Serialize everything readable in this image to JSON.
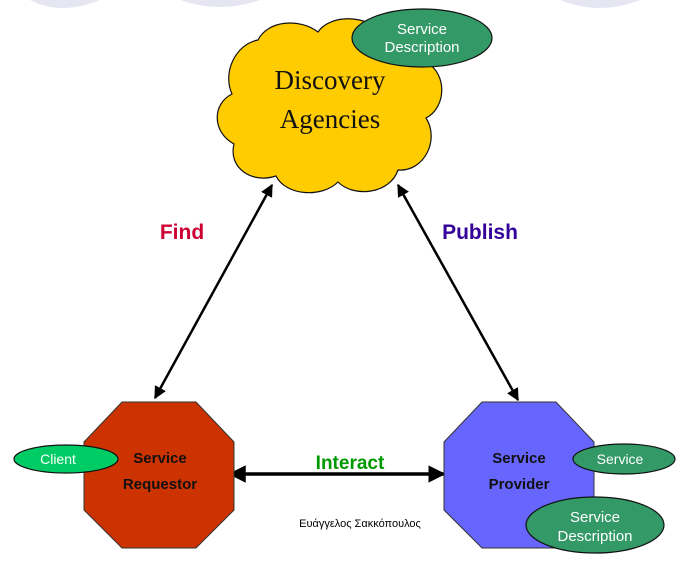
{
  "agency": {
    "line1": "Discovery",
    "line2": "Agencies",
    "fill": "#ffcc00"
  },
  "agency_description": {
    "line1": "Service",
    "line2": "Description",
    "fill": "#339966"
  },
  "requestor": {
    "line1": "Service",
    "line2": "Requestor",
    "fill": "#cc3300"
  },
  "client": {
    "label": "Client",
    "fill": "#00cc66"
  },
  "provider": {
    "line1": "Service",
    "line2": "Provider",
    "fill": "#6666ff"
  },
  "provider_service": {
    "label": "Service",
    "fill": "#339966"
  },
  "provider_description": {
    "line1": "Service",
    "line2": "Description",
    "fill": "#339966"
  },
  "edges": {
    "find": {
      "label": "Find",
      "color": "#cc0033"
    },
    "publish": {
      "label": "Publish",
      "color": "#330099"
    },
    "interact": {
      "label": "Interact",
      "color": "#009900"
    }
  },
  "author": "Ευάγγελος Σακκόπουλος"
}
